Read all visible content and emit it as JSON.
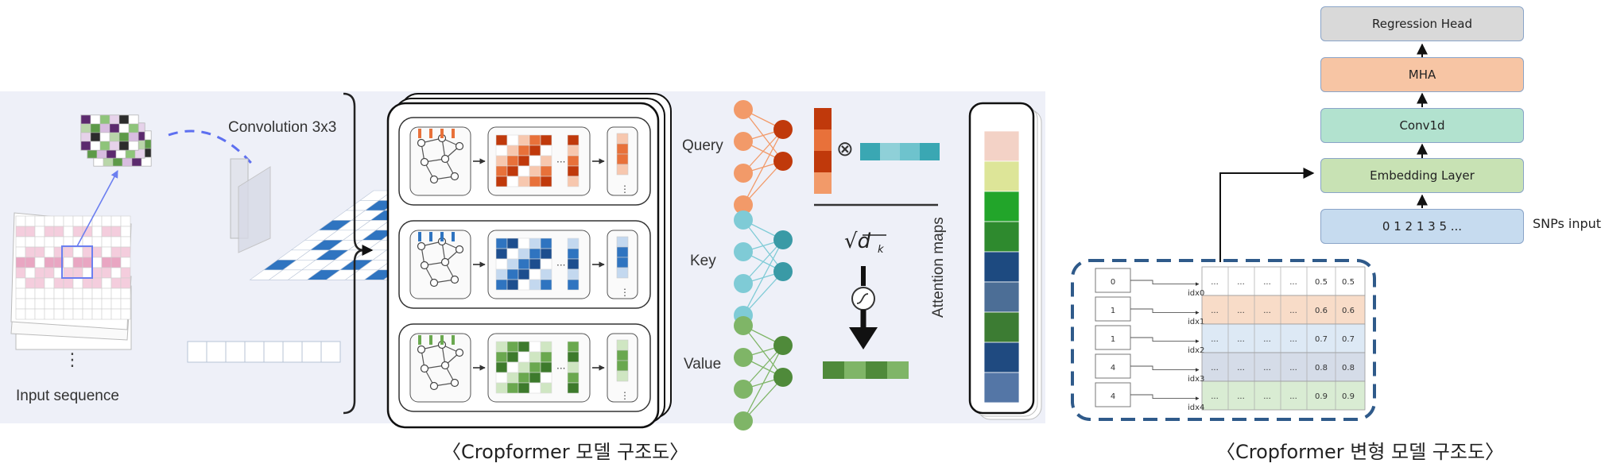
{
  "left_panel": {
    "convolution_label": "Convolution 3x3",
    "input_label": "Input sequence",
    "query_label": "Query",
    "key_label": "Key",
    "value_label": "Value",
    "attention_label": "Attention maps",
    "scale_symbol": "√d",
    "scale_subscript": "k",
    "product_symbol": "⊗",
    "ellipsis": "⋮",
    "caption": "〈Cropformer 모델 구조도〉"
  },
  "right_panel": {
    "flow": [
      {
        "label": "Regression Head",
        "fill": "#d9d9d9"
      },
      {
        "label": "MHA",
        "fill": "#f7c5a4"
      },
      {
        "label": "Conv1d",
        "fill": "#b2e2cf"
      },
      {
        "label": "Embedding Layer",
        "fill": "#c8e2b4"
      },
      {
        "label": "0 1 2 1 3 5 ...",
        "fill": "#c6dbef"
      }
    ],
    "snps_label": "SNPs input",
    "table_inputs": [
      "0",
      "1",
      "1",
      "4",
      "4"
    ],
    "table_index_labels": [
      "idx0",
      "idx1",
      "idx2",
      "idx3",
      "idx4"
    ],
    "table_ellipsis": "...",
    "table_values": [
      [
        "0.5",
        "0.5"
      ],
      [
        "0.6",
        "0.6"
      ],
      [
        "0.7",
        "0.7"
      ],
      [
        "0.8",
        "0.8"
      ],
      [
        "0.9",
        "0.9"
      ]
    ],
    "row_colors": [
      "#ffffff",
      "#f8dcc8",
      "#dde9f5",
      "#d5dce8",
      "#d9ecd3"
    ],
    "caption": "〈Cropformer 변형 모델 구조도〉"
  },
  "colors": {
    "orange": "#e8713a",
    "orange_dark": "#c0390b",
    "blue": "#2f74c0",
    "blue_dark": "#1d4e8e",
    "green": "#6aa84f",
    "green_dark": "#3d7a2c",
    "teal": "#3aa7b3",
    "panel_bg": "#eef0f8",
    "dash_border": "#2f5a8a"
  },
  "attention_stack_colors": [
    "#f3d2c6",
    "#dde598",
    "#22a52a",
    "#2e8a2e",
    "#1d4a80",
    "#4c6e96",
    "#3c7c33",
    "#1f4a80",
    "#5476a6"
  ]
}
